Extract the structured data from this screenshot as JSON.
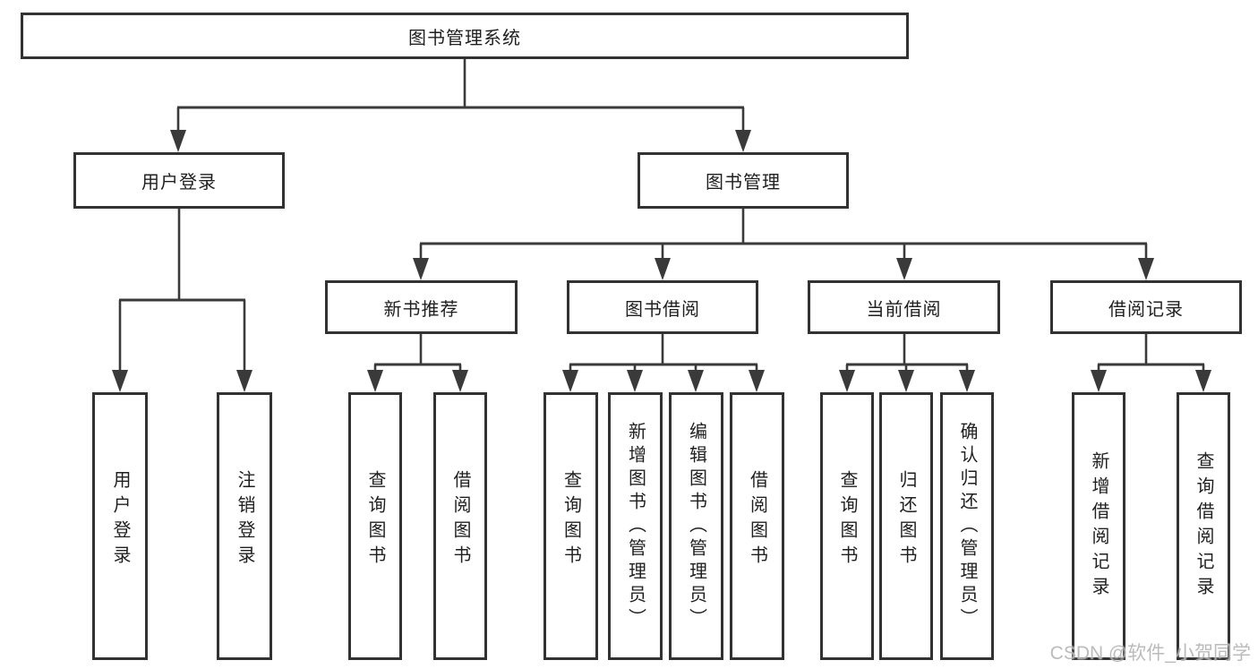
{
  "diagram": {
    "root": "图书管理系统",
    "branches": [
      {
        "label": "用户登录"
      },
      {
        "label": "图书管理"
      }
    ],
    "modules": [
      {
        "label": "新书推荐"
      },
      {
        "label": "图书借阅"
      },
      {
        "label": "当前借阅"
      },
      {
        "label": "借阅记录"
      }
    ],
    "leaves": {
      "user": [
        "用户登录",
        "注销登录"
      ],
      "newbook": [
        "查询图书",
        "借阅图书"
      ],
      "borrow": [
        "查询图书",
        "新增图书（管理员）",
        "编辑图书（管理员）",
        "借阅图书"
      ],
      "current": [
        "查询图书",
        "归还图书",
        "确认归还（管理员）"
      ],
      "records": [
        "新增借阅记录",
        "查询借阅记录"
      ]
    }
  },
  "watermark": "CSDN @软件_小贺同学",
  "colors": {
    "line": "#3a3a3a",
    "border": "#323232",
    "text": "#1f1f1f",
    "watermark": "#aaaaaa",
    "background": "#ffffff"
  }
}
